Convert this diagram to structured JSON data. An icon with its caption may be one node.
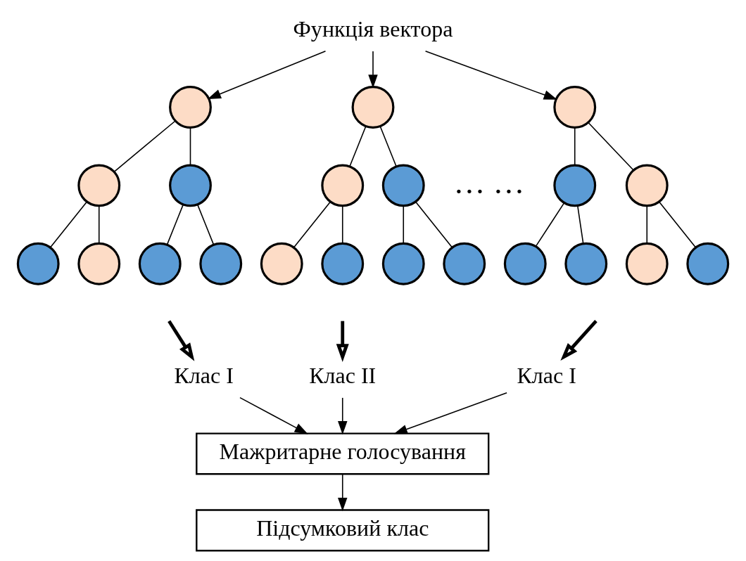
{
  "diagram": {
    "nodes": [
      {
        "text": [
          "Функція вектора"
        ]
      },
      {
        "text": [],
        "shape": "circle"
      },
      {
        "text": [],
        "shape": "circle"
      },
      {
        "text": [],
        "shape": "circle"
      },
      {
        "text": [],
        "shape": "circle"
      },
      {
        "text": [],
        "shape": "circle"
      },
      {
        "text": [],
        "shape": "circle"
      },
      {
        "text": [],
        "shape": "circle"
      },
      {
        "text": [],
        "shape": "circle"
      },
      {
        "text": [],
        "shape": "circle"
      },
      {
        "text": [],
        "shape": "circle"
      },
      {
        "text": [],
        "shape": "circle"
      },
      {
        "text": [],
        "shape": "circle"
      },
      {
        "text": [],
        "shape": "circle"
      },
      {
        "text": [],
        "shape": "circle"
      },
      {
        "text": [],
        "shape": "circle"
      },
      {
        "text": [],
        "shape": "circle"
      },
      {
        "text": [],
        "shape": "circle"
      },
      {
        "text": [],
        "shape": "circle"
      },
      {
        "text": [],
        "shape": "circle"
      },
      {
        "text": [],
        "shape": "circle"
      },
      {
        "text": [],
        "shape": "circle"
      },
      {
        "text": [
          "Клас I"
        ]
      },
      {
        "text": [
          "Клас II"
        ]
      },
      {
        "text": [
          "Клас I"
        ]
      },
      {
        "text": [
          "Мажритарне голосування"
        ]
      },
      {
        "text": [
          "Підсумковий клас"
        ]
      }
    ],
    "edges": [
      {
        "from": 0,
        "to": 1,
        "arrow": "to"
      },
      {
        "from": 0,
        "to": 8,
        "arrow": "to"
      },
      {
        "from": 0,
        "to": 15,
        "arrow": "to"
      },
      {
        "from": 1,
        "to": 2,
        "arrow": "none"
      },
      {
        "from": 1,
        "to": 3,
        "arrow": "none"
      },
      {
        "from": 2,
        "to": 4,
        "arrow": "none"
      },
      {
        "from": 2,
        "to": 5,
        "arrow": "none"
      },
      {
        "from": 3,
        "to": 6,
        "arrow": "none"
      },
      {
        "from": 3,
        "to": 7,
        "arrow": "none"
      },
      {
        "from": 8,
        "to": 9,
        "arrow": "none"
      },
      {
        "from": 8,
        "to": 10,
        "arrow": "none"
      },
      {
        "from": 9,
        "to": 11,
        "arrow": "none"
      },
      {
        "from": 9,
        "to": 12,
        "arrow": "none"
      },
      {
        "from": 10,
        "to": 13,
        "arrow": "none"
      },
      {
        "from": 10,
        "to": 14,
        "arrow": "none"
      },
      {
        "from": 15,
        "to": 16,
        "arrow": "none"
      },
      {
        "from": 15,
        "to": 17,
        "arrow": "none"
      },
      {
        "from": 16,
        "to": 18,
        "arrow": "none"
      },
      {
        "from": 16,
        "to": 19,
        "arrow": "none"
      },
      {
        "from": 17,
        "to": 20,
        "arrow": "none"
      },
      {
        "from": 17,
        "to": 21,
        "arrow": "none"
      },
      {
        "from": null,
        "to": 22,
        "arrow": "to",
        "style": "thick"
      },
      {
        "from": null,
        "to": 23,
        "arrow": "to",
        "style": "thick"
      },
      {
        "from": null,
        "to": 24,
        "arrow": "to",
        "style": "thick"
      },
      {
        "from": 22,
        "to": 25,
        "arrow": "to"
      },
      {
        "from": 23,
        "to": 25,
        "arrow": "to"
      },
      {
        "from": 24,
        "to": 25,
        "arrow": "to"
      },
      {
        "from": 25,
        "to": 26,
        "arrow": "to"
      }
    ],
    "labels": [
      "… …"
    ]
  }
}
